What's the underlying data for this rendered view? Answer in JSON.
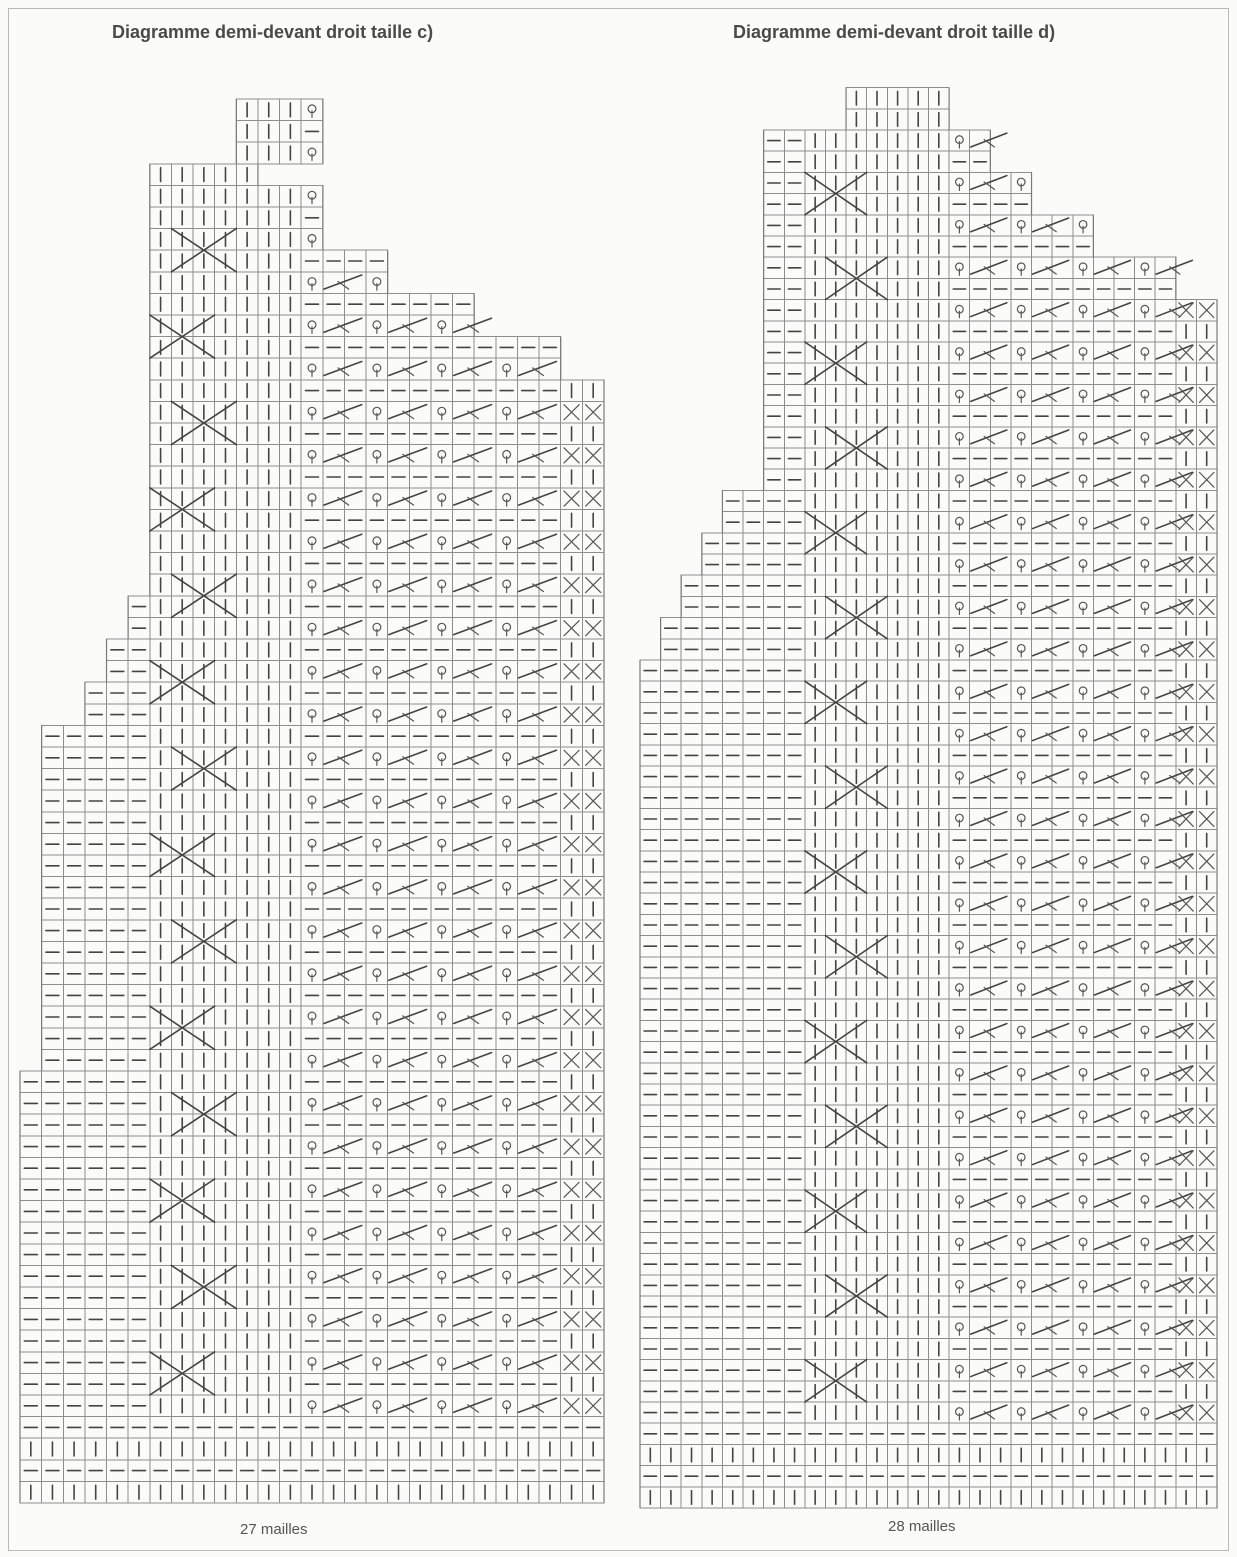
{
  "document": {
    "panels": [
      {
        "title": "Diagramme demi-devant droit taille c)",
        "stitch_count_label": "27 mailles",
        "columns": 27
      },
      {
        "title": "Diagramme demi-devant droit taille d)",
        "stitch_count_label": "28 mailles",
        "columns": 28
      }
    ],
    "colors": {
      "background": "#fbfbfa",
      "grid": "#8e8e8e",
      "symbol": "#444444",
      "text": "#4a4a4a"
    },
    "symbols": [
      "knit-stitch",
      "purl-stitch",
      "cable-cross",
      "decrease",
      "yarn-over"
    ]
  }
}
